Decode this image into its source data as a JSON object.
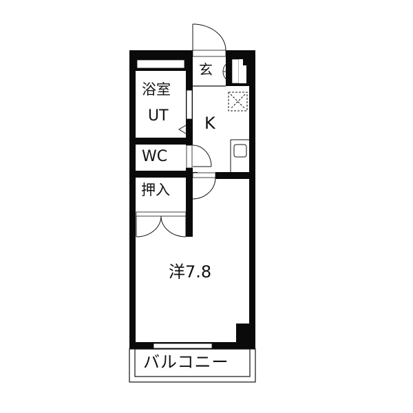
{
  "floorplan": {
    "colors": {
      "wall": "#0a0a0a",
      "background": "#ffffff",
      "line": "#111111"
    },
    "rooms": {
      "bath": {
        "line1": "浴室",
        "line2": "UT"
      },
      "genkan": {
        "label": "玄"
      },
      "kitchen": {
        "label": "K"
      },
      "wc": {
        "label": "WC"
      },
      "closet": {
        "label": "押入"
      },
      "western_room": {
        "label": "洋7.8"
      },
      "balcony": {
        "label": "バルコニー"
      }
    }
  }
}
